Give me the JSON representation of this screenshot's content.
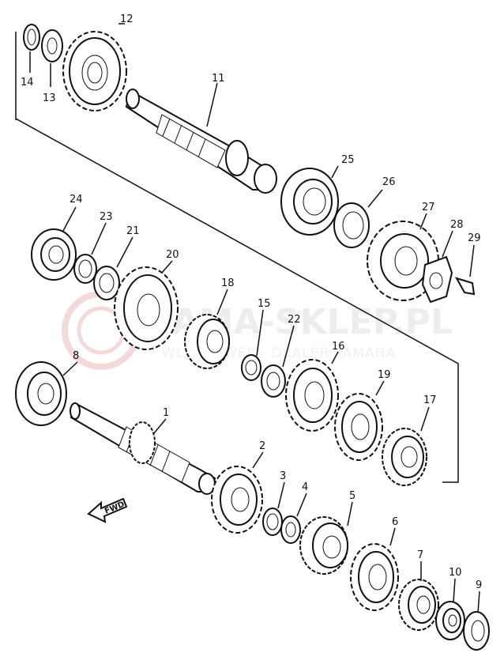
{
  "watermark": {
    "brand": "YAMA-SKLEP.PL",
    "tagline": "WŁOCŁAWEK · DEALER YAMAHA"
  },
  "fwd_label": "FWD",
  "parts": [
    {
      "id": "14",
      "label": "14"
    },
    {
      "id": "13",
      "label": "13"
    },
    {
      "id": "12",
      "label": "12"
    },
    {
      "id": "11",
      "label": "11"
    },
    {
      "id": "25",
      "label": "25"
    },
    {
      "id": "26",
      "label": "26"
    },
    {
      "id": "27",
      "label": "27"
    },
    {
      "id": "28",
      "label": "28"
    },
    {
      "id": "29",
      "label": "29"
    },
    {
      "id": "24",
      "label": "24"
    },
    {
      "id": "23",
      "label": "23"
    },
    {
      "id": "21",
      "label": "21"
    },
    {
      "id": "20",
      "label": "20"
    },
    {
      "id": "18",
      "label": "18"
    },
    {
      "id": "15",
      "label": "15"
    },
    {
      "id": "22",
      "label": "22"
    },
    {
      "id": "16",
      "label": "16"
    },
    {
      "id": "19",
      "label": "19"
    },
    {
      "id": "17",
      "label": "17"
    },
    {
      "id": "8",
      "label": "8"
    },
    {
      "id": "1",
      "label": "1"
    },
    {
      "id": "2",
      "label": "2"
    },
    {
      "id": "3",
      "label": "3"
    },
    {
      "id": "4",
      "label": "4"
    },
    {
      "id": "5",
      "label": "5"
    },
    {
      "id": "6",
      "label": "6"
    },
    {
      "id": "7",
      "label": "7"
    },
    {
      "id": "10",
      "label": "10"
    },
    {
      "id": "9",
      "label": "9"
    }
  ]
}
